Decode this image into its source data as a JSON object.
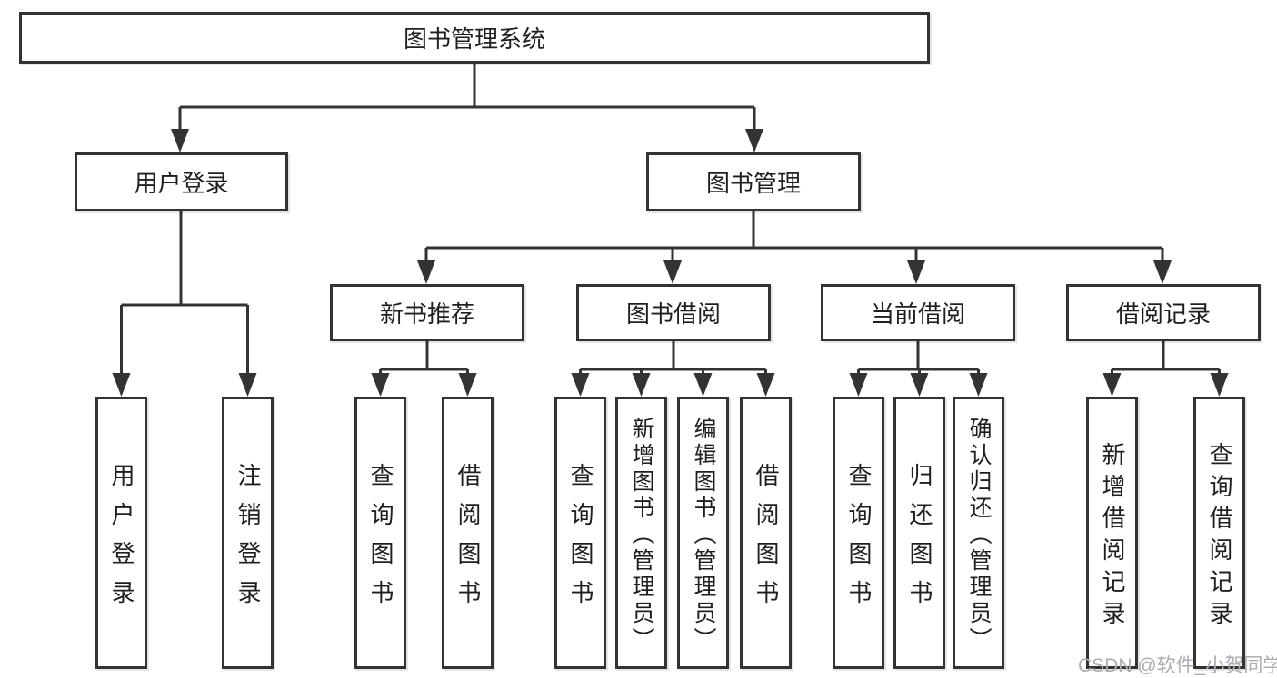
{
  "diagram": {
    "root": "图书管理系统",
    "children": [
      {
        "label": "用户登录",
        "children": [
          "用户登录",
          "注销登录"
        ]
      },
      {
        "label": "图书管理",
        "children": [
          {
            "label": "新书推荐",
            "children": [
              "查询图书",
              "借阅图书"
            ]
          },
          {
            "label": "图书借阅",
            "children": [
              "查询图书",
              "新增图书（管理员）",
              "编辑图书（管理员）",
              "借阅图书"
            ]
          },
          {
            "label": "当前借阅",
            "children": [
              "查询图书",
              "归还图书",
              "确认归还（管理员）"
            ]
          },
          {
            "label": "借阅记录",
            "children": [
              "新增借阅记录",
              "查询借阅记录"
            ]
          }
        ]
      }
    ]
  },
  "watermark": {
    "text": "CSDN @软件_小贺同学"
  },
  "colors": {
    "line": "#333333",
    "box_border": "#333333",
    "text": "#1f1f1f",
    "watermark": "#a9aeb3",
    "background": "#ffffff"
  }
}
